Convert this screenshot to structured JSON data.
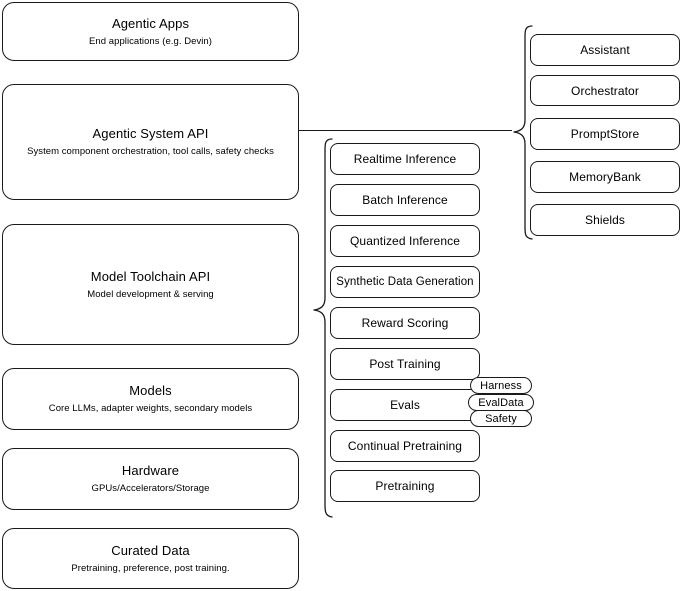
{
  "diagram": {
    "title": "Agentic Stack Layer Diagram",
    "stroke_color": "#1a1a1a",
    "background_color": "#ffffff"
  },
  "layers": [
    {
      "name": "agentic-apps",
      "title": "Agentic Apps",
      "subtitle": "End applications (e.g. Devin)"
    },
    {
      "name": "agentic-system-api",
      "title": "Agentic System API",
      "subtitle": "System component orchestration, tool calls, safety checks"
    },
    {
      "name": "model-toolchain-api",
      "title": "Model Toolchain API",
      "subtitle": "Model development & serving"
    },
    {
      "name": "models",
      "title": "Models",
      "subtitle": "Core LLMs, adapter weights, secondary models"
    },
    {
      "name": "hardware",
      "title": "Hardware",
      "subtitle": "GPUs/Accelerators/Storage"
    },
    {
      "name": "curated-data",
      "title": "Curated Data",
      "subtitle": "Pretraining, preference, post training."
    }
  ],
  "toolchain_components": [
    {
      "name": "realtime-inference",
      "label": "Realtime Inference"
    },
    {
      "name": "batch-inference",
      "label": "Batch Inference"
    },
    {
      "name": "quantized-inference",
      "label": "Quantized Inference"
    },
    {
      "name": "synthetic-data-generation",
      "label": "Synthetic Data Generation"
    },
    {
      "name": "reward-scoring",
      "label": "Reward Scoring"
    },
    {
      "name": "post-training",
      "label": "Post Training"
    },
    {
      "name": "evals",
      "label": "Evals"
    },
    {
      "name": "continual-pretraining",
      "label": "Continual Pretraining"
    },
    {
      "name": "pretraining",
      "label": "Pretraining"
    }
  ],
  "evals_subcomponents": [
    {
      "name": "harness",
      "label": "Harness"
    },
    {
      "name": "evaldata",
      "label": "EvalData"
    },
    {
      "name": "safety",
      "label": "Safety"
    }
  ],
  "system_components": [
    {
      "name": "assistant",
      "label": "Assistant"
    },
    {
      "name": "orchestrator",
      "label": "Orchestrator"
    },
    {
      "name": "promptstore",
      "label": "PromptStore"
    },
    {
      "name": "memorybank",
      "label": "MemoryBank"
    },
    {
      "name": "shields",
      "label": "Shields"
    }
  ]
}
